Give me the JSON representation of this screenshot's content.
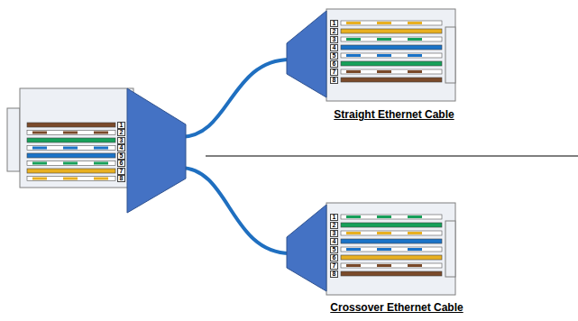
{
  "diagram": {
    "labels": [
      "1",
      "2",
      "3",
      "4",
      "5",
      "6",
      "7",
      "8",
      "1",
      "2",
      "3",
      "4",
      "5",
      "6",
      "7",
      "8",
      "Straight Ethernet Cable",
      "1",
      "2",
      "3",
      "4",
      "5",
      "6",
      "7",
      "8",
      "Crossover Ethernet Cable"
    ]
  }
}
